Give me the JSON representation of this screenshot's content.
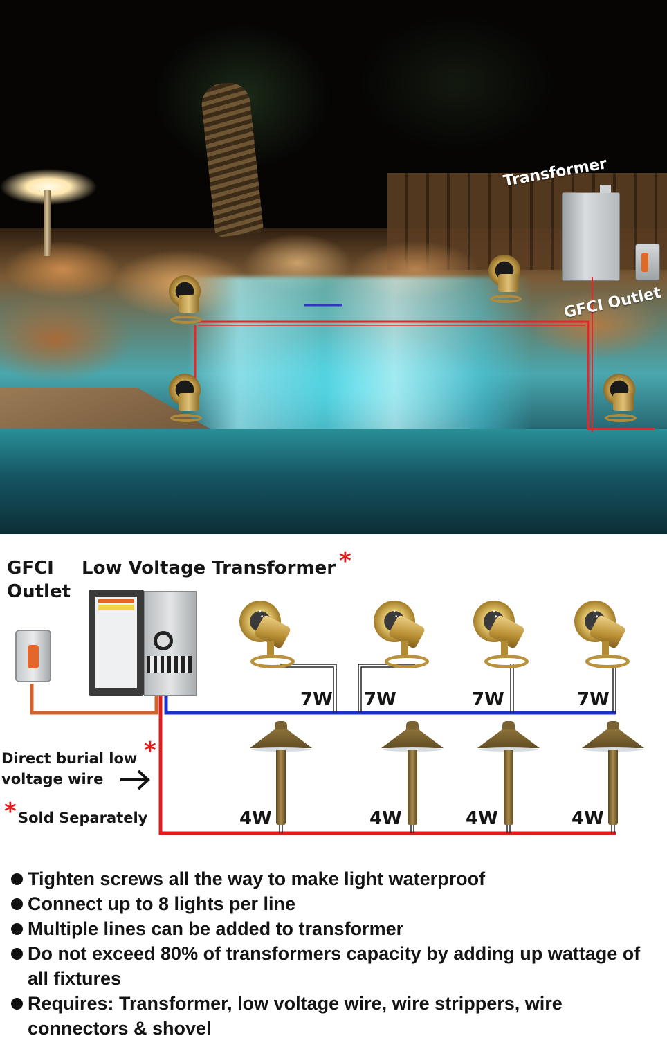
{
  "photo": {
    "labels": {
      "transformer": "Transformer",
      "gfci_outlet": "GFCI Outlet"
    },
    "wire_color": "#e8262a"
  },
  "diagram": {
    "labels": {
      "gfci_line1": "GFCI",
      "gfci_line2": "Outlet",
      "transformer": "Low Voltage Transformer",
      "wire_line1": "Direct burial low",
      "wire_line2": "voltage wire",
      "arrow": "→",
      "sold_separately": "Sold Separately",
      "asterisk": "*"
    },
    "spotlights": [
      {
        "wattage": "7W"
      },
      {
        "wattage": "7W"
      },
      {
        "wattage": "7W"
      },
      {
        "wattage": "7W"
      }
    ],
    "path_lights": [
      {
        "wattage": "4W"
      },
      {
        "wattage": "4W"
      },
      {
        "wattage": "4W"
      },
      {
        "wattage": "4W"
      }
    ],
    "colors": {
      "spot_line": "#1a2fd0",
      "path_line": "#e41b1b",
      "power_line": "#d5622a",
      "asterisk": "#e41b1b"
    }
  },
  "notes": [
    "Tighten screws all the way to make light waterproof",
    "Connect up to 8 lights per line",
    "Multiple lines can be added to transformer",
    "Do not exceed 80% of transformers capacity by adding up wattage of all fixtures",
    "Requires: Transformer, low voltage wire, wire strippers, wire connectors & shovel"
  ]
}
